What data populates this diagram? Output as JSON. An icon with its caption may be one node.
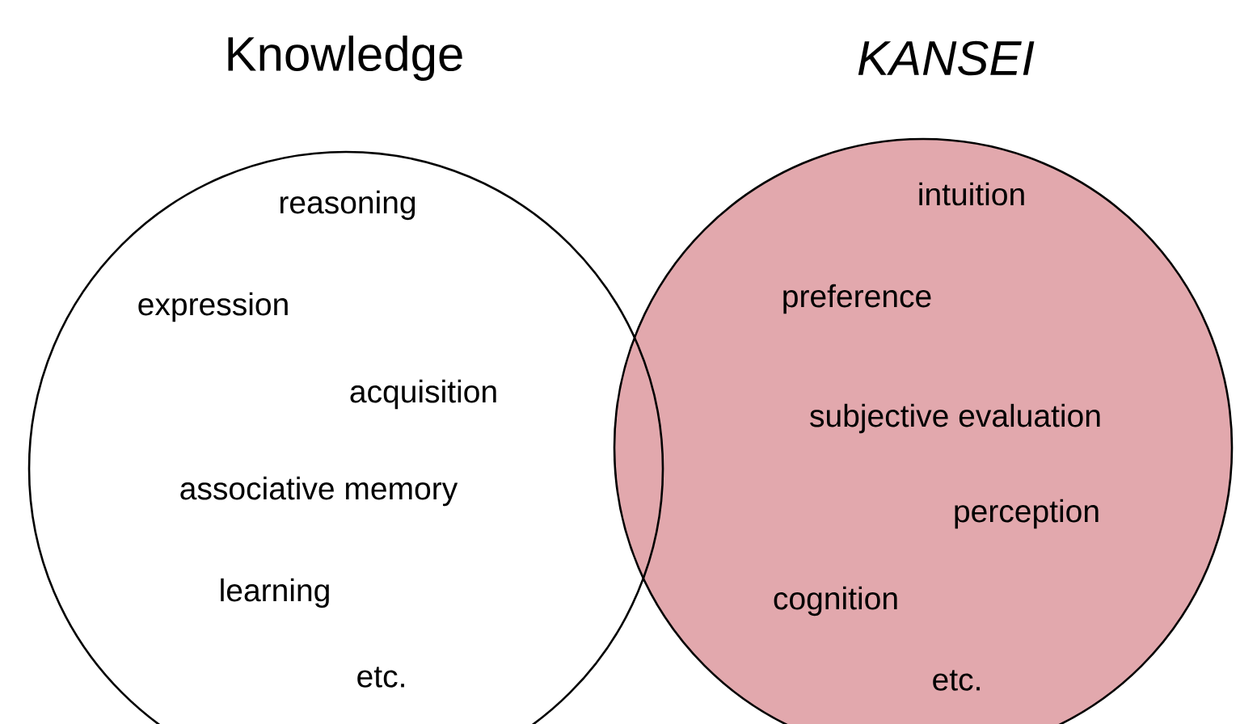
{
  "diagram": {
    "nodes": [
      {
        "text": [
          "Knowledge",
          "reasoning",
          "expression",
          "acquisition",
          "associative memory",
          "learning",
          "etc."
        ]
      },
      {
        "text": [
          "KANSEI",
          "intuition",
          "preference",
          "subjective evaluation",
          "perception",
          "cognition",
          "etc."
        ]
      }
    ]
  }
}
